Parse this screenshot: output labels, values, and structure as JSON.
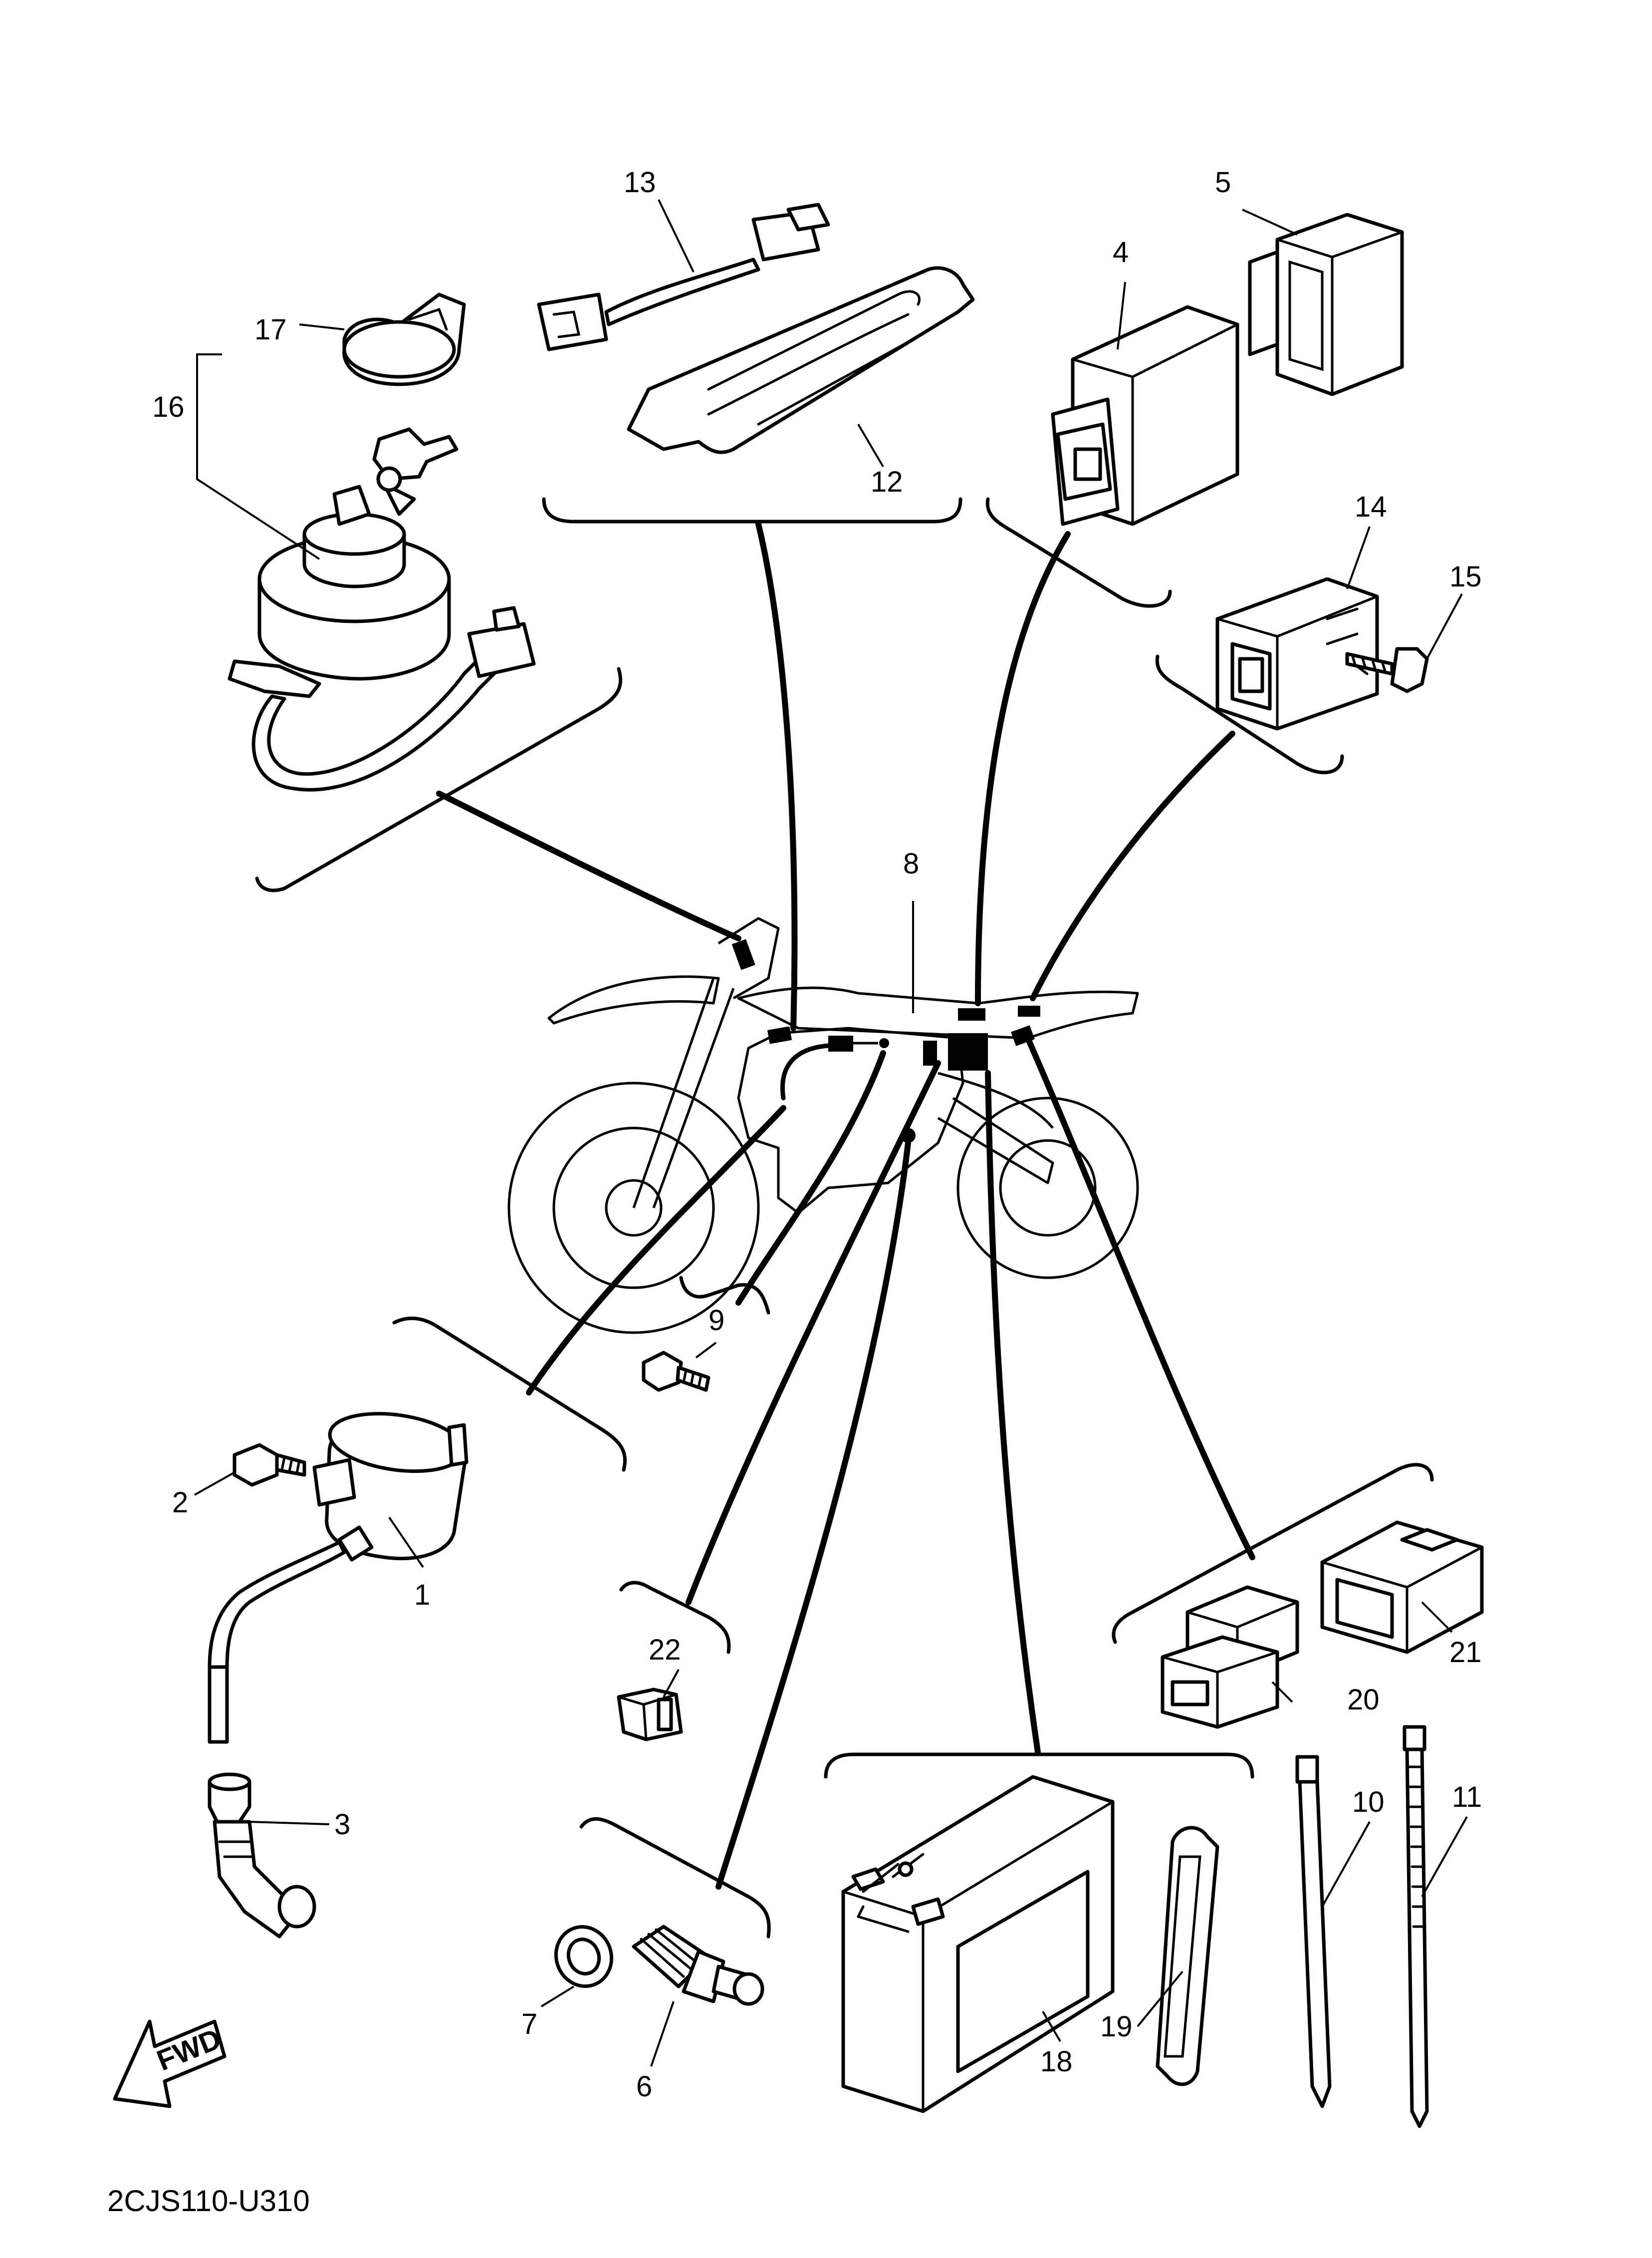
{
  "diagram": {
    "code": "2CJS110-U310",
    "fwd_label": "FWD"
  },
  "callouts": {
    "c1": "1",
    "c2": "2",
    "c3": "3",
    "c4": "4",
    "c5": "5",
    "c6": "6",
    "c7": "7",
    "c8": "8",
    "c9": "9",
    "c10": "10",
    "c11": "11",
    "c12": "12",
    "c13": "13",
    "c14": "14",
    "c15": "15",
    "c16": "16",
    "c17": "17",
    "c18": "18",
    "c19": "19",
    "c20": "20",
    "c21": "21",
    "c22": "22"
  }
}
